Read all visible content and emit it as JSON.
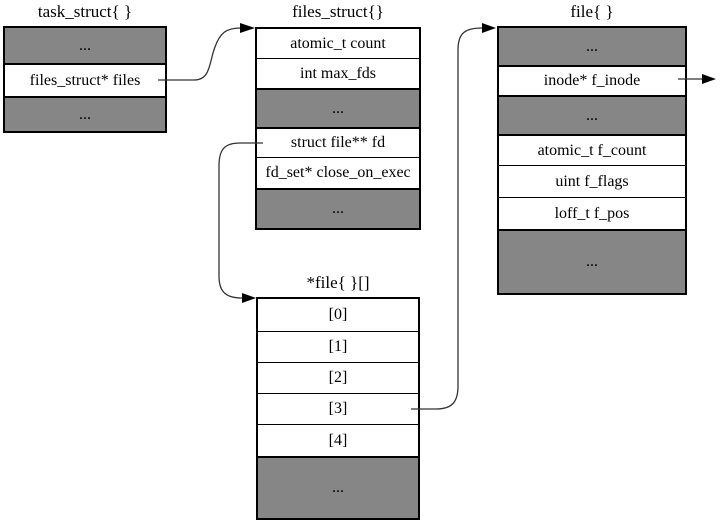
{
  "colors": {
    "gray_fill": "#868686",
    "box_border": "#000000",
    "line": "#333333",
    "background": "#ffffff"
  },
  "structs": {
    "task_struct": {
      "label": "task_struct{ }",
      "rows": [
        "...",
        "files_struct* files",
        "..."
      ]
    },
    "files_struct": {
      "label": "files_struct{}",
      "rows": [
        "atomic_t count",
        "int max_fds",
        "...",
        "struct file** fd",
        "fd_set* close_on_exec",
        "..."
      ]
    },
    "file_array": {
      "label": "*file{ }[]",
      "rows": [
        "[0]",
        "[1]",
        "[2]",
        "[3]",
        "[4]",
        "..."
      ]
    },
    "file": {
      "label": "file{ }",
      "rows": [
        "...",
        "inode* f_inode",
        "...",
        "atomic_t f_count",
        "uint f_flags",
        "loff_t f_pos",
        "..."
      ]
    }
  },
  "arrows": [
    {
      "name": "files-pointer",
      "from": "task_struct / files_struct* files",
      "to": "files_struct{}"
    },
    {
      "name": "fd-pointer",
      "from": "files_struct / struct file** fd",
      "to": "*file{ }[]"
    },
    {
      "name": "fd3-pointer",
      "from": "*file{ }[] / [3]",
      "to": "file{ }"
    },
    {
      "name": "f-inode-pointer",
      "from": "file / inode* f_inode",
      "to": "off-diagram-right"
    }
  ]
}
